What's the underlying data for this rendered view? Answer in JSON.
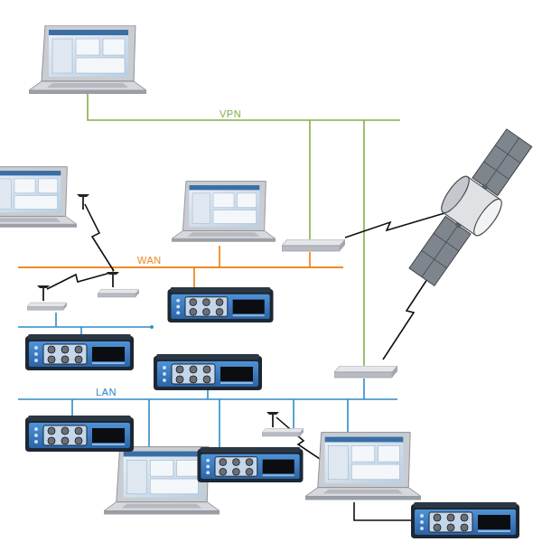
{
  "diagram": {
    "labels": [
      "VPN",
      "WAN",
      "LAN"
    ]
  }
}
